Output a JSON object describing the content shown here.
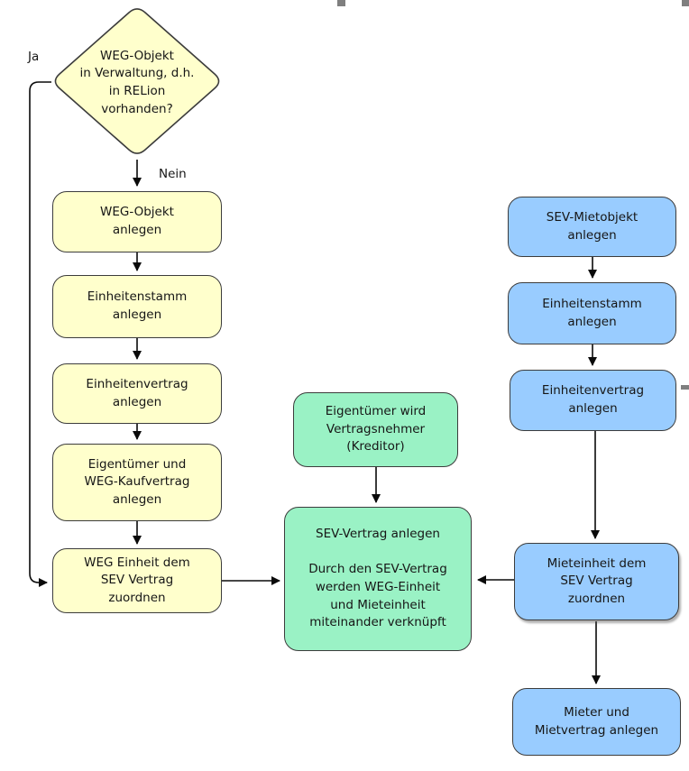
{
  "colors": {
    "weg_fill": "#ffffcc",
    "sev_fill": "#9af2c5",
    "miet_fill": "#99ccff",
    "node_border": "#3c3c3c",
    "connector": "#000000"
  },
  "flowchart": {
    "decision": {
      "label": "WEG-Objekt\nin Verwaltung, d.h.\nin RELion\nvorhanden?"
    },
    "branch_labels": {
      "ja": "Ja",
      "nein": "Nein"
    },
    "weg_column": [
      {
        "label": "WEG-Objekt\nanlegen"
      },
      {
        "label": "Einheitenstamm\nanlegen"
      },
      {
        "label": "Einheitenvertrag\nanlegen"
      },
      {
        "label": "Eigentümer und\nWEG-Kaufvertrag\nanlegen"
      },
      {
        "label": "WEG Einheit dem\nSEV Vertrag\nzuordnen"
      }
    ],
    "sev_column": [
      {
        "label": "Eigentümer wird\nVertragsnehmer\n(Kreditor)"
      },
      {
        "label": "SEV-Vertrag anlegen\n\nDurch den SEV-Vertrag\nwerden WEG-Einheit\nund Mieteinheit\nmiteinander verknüpft"
      }
    ],
    "miet_column": [
      {
        "label": "SEV-Mietobjekt\nanlegen"
      },
      {
        "label": "Einheitenstamm\nanlegen"
      },
      {
        "label": "Einheitenvertrag\nanlegen"
      },
      {
        "label": "Mieteinheit dem\nSEV Vertrag\nzuordnen"
      },
      {
        "label": "Mieter und\nMietvertrag anlegen"
      }
    ]
  }
}
